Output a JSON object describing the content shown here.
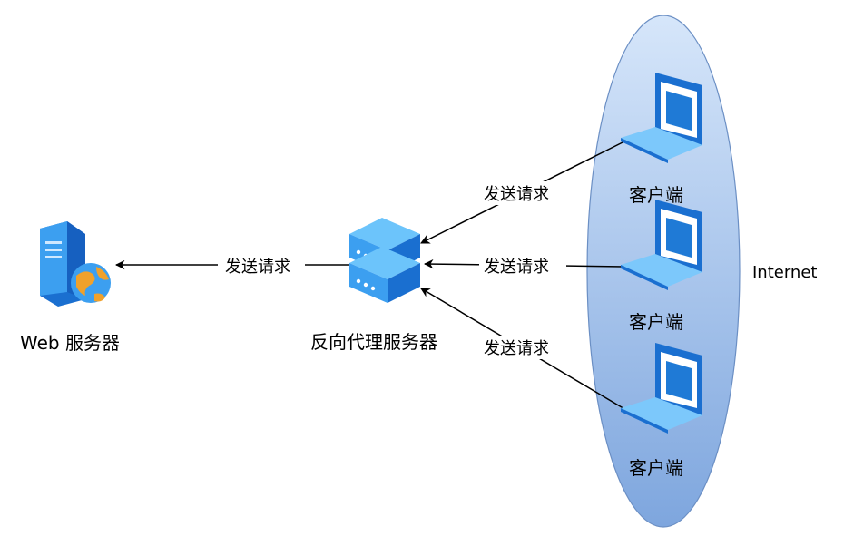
{
  "colors": {
    "cloud_top": "#d6e6fa",
    "cloud_bottom": "#7ea6de",
    "cloud_stroke": "#6b8fc4",
    "laptop_dark": "#1f7ad6",
    "laptop_mid": "#3c9ff0",
    "laptop_light": "#7cc8fb",
    "server_dark": "#1a6fd0",
    "server_light": "#6cc4fb",
    "arrow": "#000000"
  },
  "nodes": {
    "web_server": {
      "label": "Web 服务器",
      "icon": "web-server-globe-icon"
    },
    "reverse_proxy": {
      "label": "反向代理服务器",
      "icon": "stacked-server-icon"
    },
    "internet": {
      "label": "Internet"
    },
    "clients": [
      {
        "label": "客户端",
        "icon": "laptop-icon"
      },
      {
        "label": "客户端",
        "icon": "laptop-icon"
      },
      {
        "label": "客户端",
        "icon": "laptop-icon"
      }
    ]
  },
  "edges": [
    {
      "label": "发送请求",
      "from": "reverse_proxy",
      "to": "web_server"
    },
    {
      "label": "发送请求",
      "from": "client_1",
      "to": "reverse_proxy"
    },
    {
      "label": "发送请求",
      "from": "client_2",
      "to": "reverse_proxy"
    },
    {
      "label": "发送请求",
      "from": "client_3",
      "to": "reverse_proxy"
    }
  ]
}
